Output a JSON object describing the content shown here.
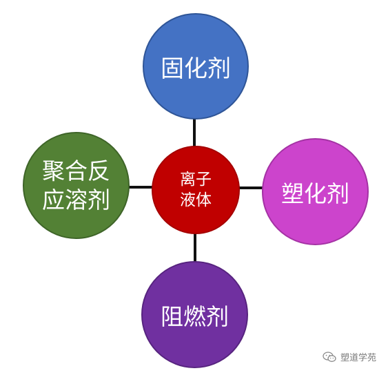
{
  "diagram": {
    "center": {
      "line1": "离子",
      "line2": "液体",
      "color": "#c00000"
    },
    "top": {
      "label": "固化剂",
      "color": "#4472c4"
    },
    "right": {
      "label": "塑化剂",
      "color": "#cc44cc"
    },
    "bottom": {
      "label": "阻燃剂",
      "color": "#7030a0"
    },
    "left": {
      "line1": "聚合反",
      "line2": "应溶剂",
      "color": "#538135"
    }
  },
  "watermark": {
    "text": "塑道学苑",
    "icon": "wechat-icon"
  }
}
